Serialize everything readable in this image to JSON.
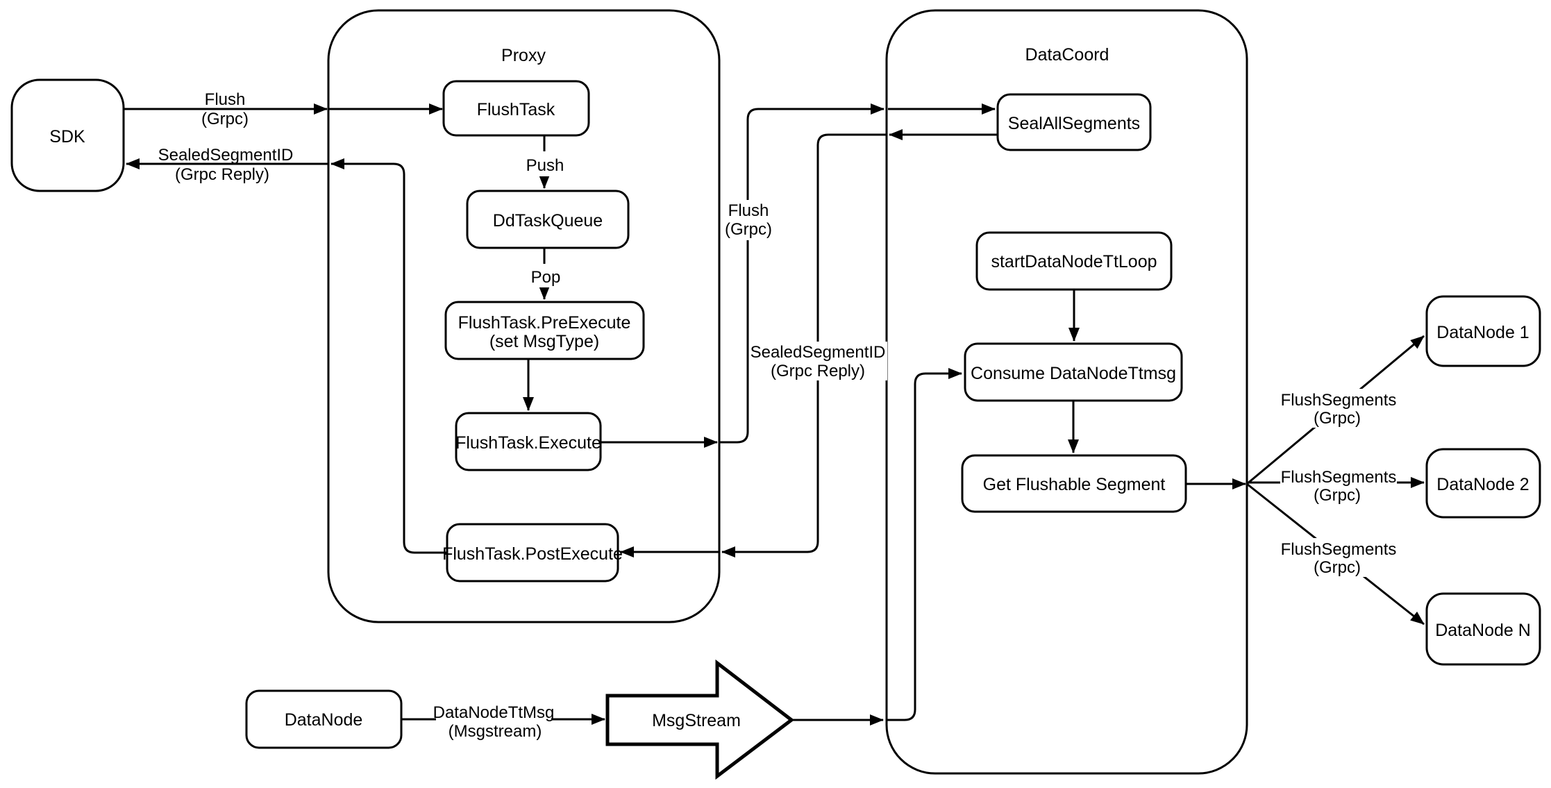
{
  "diagram": {
    "background_color": "#ffffff",
    "line_color": "#000000",
    "containers": {
      "proxy": {
        "title": "Proxy"
      },
      "datacoord": {
        "title": "DataCoord"
      }
    },
    "nodes": {
      "sdk": {
        "label": "SDK"
      },
      "flush_task": {
        "label": "FlushTask"
      },
      "dd_task_queue": {
        "label": "DdTaskQueue"
      },
      "pre_execute": {
        "label_line1": "FlushTask.PreExecute",
        "label_line2": "(set MsgType)"
      },
      "execute": {
        "label": "FlushTask.Execute"
      },
      "post_execute": {
        "label": "FlushTask.PostExecute"
      },
      "seal_all_segments": {
        "label": "SealAllSegments"
      },
      "start_datanode_tt_loop": {
        "label": "startDataNodeTtLoop"
      },
      "consume_datanode_ttmsg": {
        "label": "Consume DataNodeTtmsg"
      },
      "get_flushable_segment": {
        "label": "Get Flushable Segment"
      },
      "datanode_source": {
        "label": "DataNode"
      },
      "msgstream": {
        "label": "MsgStream"
      },
      "datanode_1": {
        "label": "DataNode 1"
      },
      "datanode_2": {
        "label": "DataNode 2"
      },
      "datanode_n": {
        "label": "DataNode N"
      }
    },
    "labels": {
      "flush_sdk": {
        "line1": "Flush",
        "line2": "(Grpc)"
      },
      "sealed_sdk": {
        "line1": "SealedSegmentID",
        "line2": "(Grpc Reply)"
      },
      "push": {
        "text": "Push"
      },
      "pop": {
        "text": "Pop"
      },
      "flush_mid": {
        "line1": "Flush",
        "line2": "(Grpc)"
      },
      "sealed_mid": {
        "line1": "SealedSegmentID",
        "line2": "(Grpc Reply)"
      },
      "datanode_ttmsg": {
        "line1": "DataNodeTtMsg",
        "line2": "(Msgstream)"
      },
      "flush_segments_1": {
        "line1": "FlushSegments",
        "line2": "(Grpc)"
      },
      "flush_segments_2": {
        "line1": "FlushSegments",
        "line2": "(Grpc)"
      },
      "flush_segments_3": {
        "line1": "FlushSegments",
        "line2": "(Grpc)"
      }
    }
  }
}
